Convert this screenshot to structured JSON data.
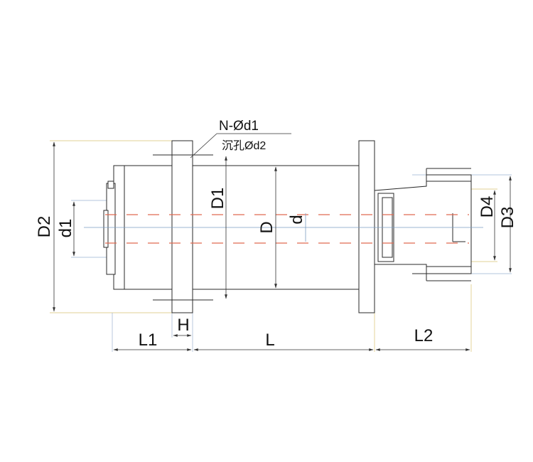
{
  "drawing": {
    "labels": {
      "hole_spec": "N-Ød1",
      "counterbore_spec": "沉孔Ød2",
      "dim_D2": "D2",
      "dim_d1": "d1",
      "dim_D1": "D1",
      "dim_D": "D",
      "dim_d": "d",
      "dim_D4": "D4",
      "dim_D3": "D3",
      "dim_H": "H",
      "dim_L1": "L1",
      "dim_L": "L",
      "dim_L2": "L2"
    },
    "colors": {
      "outline": "#2a2a2a",
      "hidden_line": "#e06a50",
      "center_line": "#7a9cc0",
      "extension_line": "#d8c070",
      "extension_line_alt": "#9ab0d0",
      "text": "#111111"
    }
  }
}
